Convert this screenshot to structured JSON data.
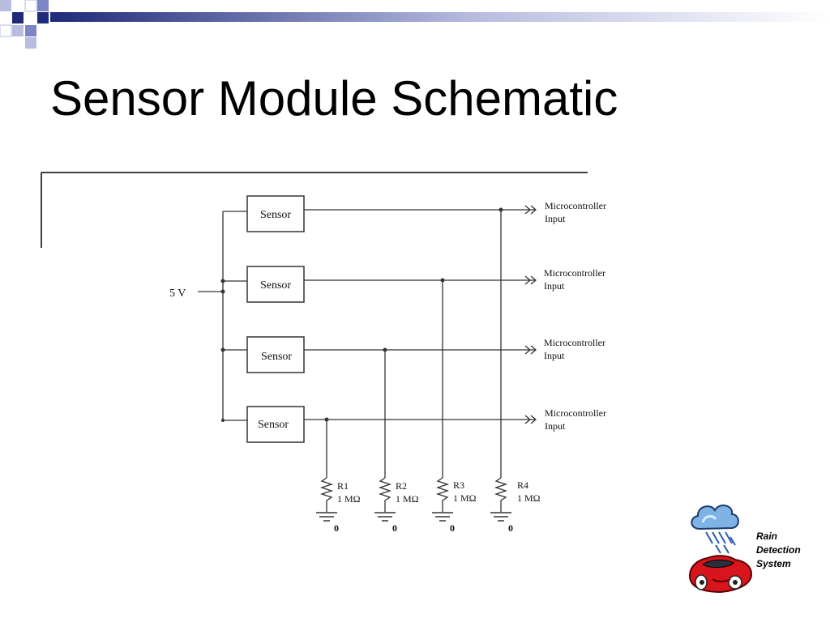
{
  "slide": {
    "title": "Sensor Module Schematic"
  },
  "colors": {
    "accent_navy": "#1f2a7a",
    "accent_light": "#b8bde0",
    "accent_mid": "#7d86c4"
  },
  "schematic": {
    "supply_label": "5 V",
    "sensors": [
      {
        "label": "Sensor",
        "output_line1": "Microcontroller",
        "output_line2": "Input"
      },
      {
        "label": "Sensor",
        "output_line1": "Microcontroller",
        "output_line2": "Input"
      },
      {
        "label": "Sensor",
        "output_line1": "Microcontroller",
        "output_line2": "Input"
      },
      {
        "label": "Sensor",
        "output_line1": "Microcontroller",
        "output_line2": "Input"
      }
    ],
    "resistors": [
      {
        "name": "R1",
        "value": "1 MΩ"
      },
      {
        "name": "R2",
        "value": "1 MΩ"
      },
      {
        "name": "R3",
        "value": "1 MΩ"
      },
      {
        "name": "R4",
        "value": "1 MΩ"
      }
    ],
    "ground_label": "0"
  },
  "logo": {
    "line1": "Rain",
    "line2": "Detection",
    "line3": "System",
    "icons": [
      "rain-cloud-icon",
      "red-car-icon"
    ]
  }
}
